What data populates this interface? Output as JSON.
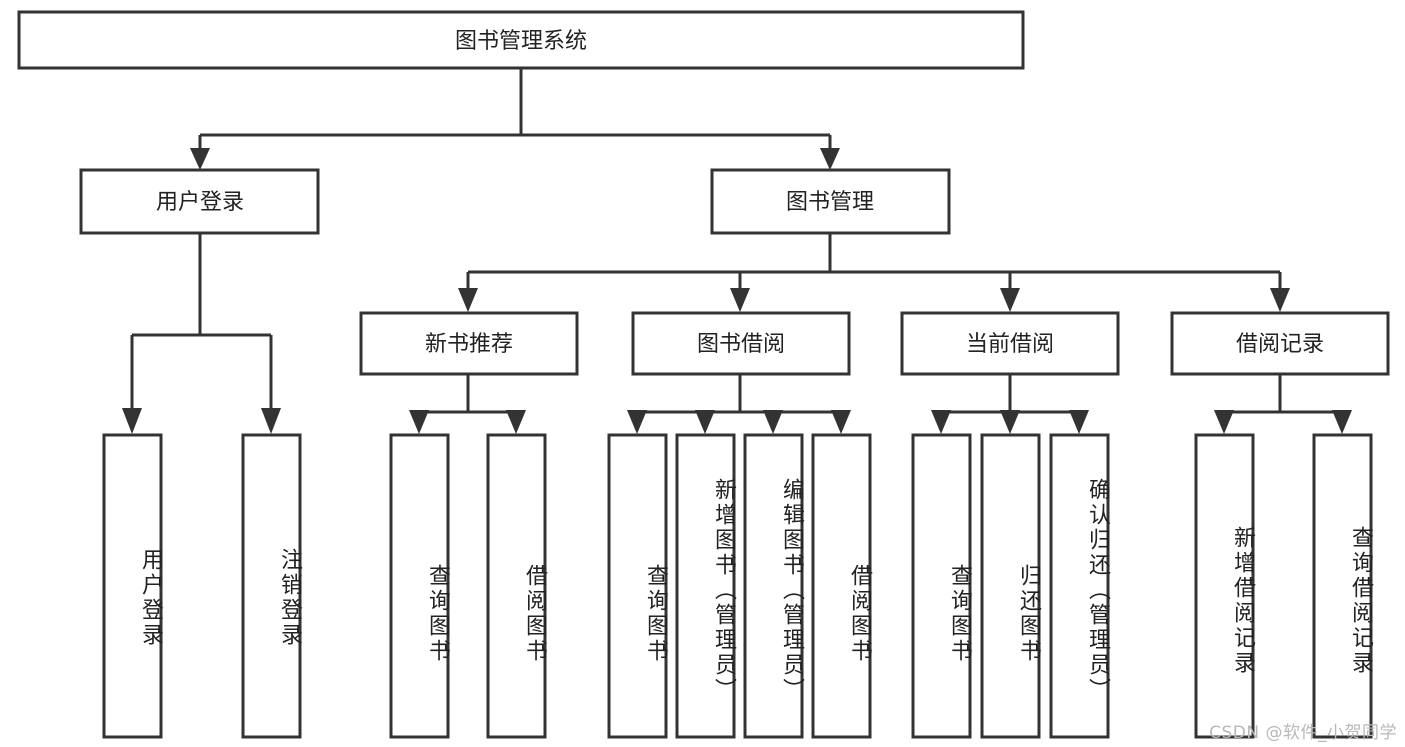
{
  "diagram": {
    "type": "tree-hierarchy",
    "title": "图书管理系统",
    "watermark": "CSDN @软件_小贺同学",
    "colors": {
      "box_stroke": "#333333",
      "box_fill": "#ffffff",
      "connector": "#333333",
      "text": "#222222",
      "watermark": "#b8b8b8",
      "background": "#ffffff"
    },
    "root": {
      "label": "图书管理系统",
      "level": 1
    },
    "level2": [
      {
        "label": "用户登录"
      },
      {
        "label": "图书管理"
      }
    ],
    "level3": [
      {
        "label": "新书推荐",
        "parent": "图书管理"
      },
      {
        "label": "图书借阅",
        "parent": "图书管理"
      },
      {
        "label": "当前借阅",
        "parent": "图书管理"
      },
      {
        "label": "借阅记录",
        "parent": "图书管理"
      }
    ],
    "leaves": {
      "user_login": [
        {
          "label": "用户登录"
        },
        {
          "label": "注销登录"
        }
      ],
      "new_book_recommend": [
        {
          "label": "查询图书"
        },
        {
          "label": "借阅图书"
        }
      ],
      "book_borrow": [
        {
          "label": "查询图书"
        },
        {
          "label": "新增图书（管理员）"
        },
        {
          "label": "编辑图书（管理员）"
        },
        {
          "label": "借阅图书"
        }
      ],
      "current_borrow": [
        {
          "label": "查询图书"
        },
        {
          "label": "归还图书"
        },
        {
          "label": "确认归还（管理员）"
        }
      ],
      "borrow_record": [
        {
          "label": "新增借阅记录"
        },
        {
          "label": "查询借阅记录"
        }
      ]
    }
  }
}
